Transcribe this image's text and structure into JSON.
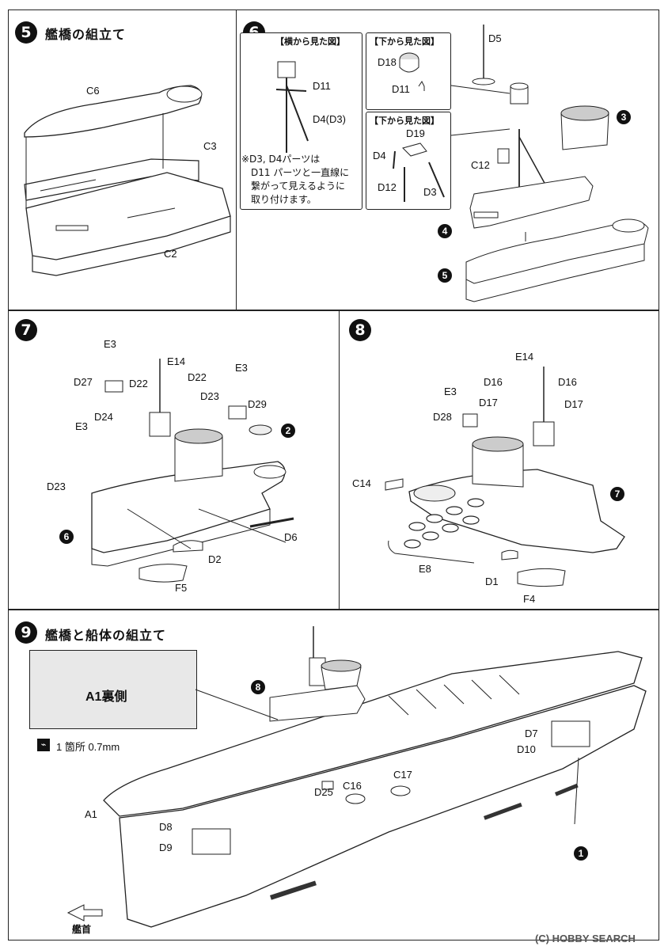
{
  "step5": {
    "num": "5",
    "title": "艦橋の組立て",
    "labels": {
      "c6": "C6",
      "c3": "C3",
      "c2": "C2"
    }
  },
  "step6": {
    "num": "6",
    "side_view": "【横から見た図】",
    "bottom_view1": "【下から見た図】",
    "bottom_view2": "【下から見た図】",
    "note_lines": [
      "※D3, D4パーツは",
      "D11 パーツと一直線に",
      "繋がって見えるように",
      "取り付けます。"
    ],
    "labels": {
      "d11a": "D11",
      "d4d3": "D4(D3)",
      "d18": "D18",
      "d11b": "D11",
      "d19": "D19",
      "d4": "D4",
      "d12": "D12",
      "d3": "D3",
      "d5": "D5",
      "c12": "C12"
    },
    "refs": {
      "r3": "3",
      "r4": "4",
      "r5": "5"
    }
  },
  "step7": {
    "num": "7",
    "labels": {
      "e3a": "E3",
      "d27": "D27",
      "d22a": "D22",
      "e14": "E14",
      "d22b": "D22",
      "d23a": "D23",
      "e3b": "E3",
      "d29": "D29",
      "d24": "D24",
      "e3c": "E3",
      "d23b": "D23",
      "d6": "D6",
      "d2": "D2",
      "f5": "F5"
    },
    "refs": {
      "r2": "2",
      "r6": "6"
    }
  },
  "step8": {
    "num": "8",
    "labels": {
      "e14": "E14",
      "d16a": "D16",
      "d16b": "D16",
      "e3": "E3",
      "d17a": "D17",
      "d17b": "D17",
      "d28": "D28",
      "c14": "C14",
      "e8": "E8",
      "d1": "D1",
      "f4": "F4"
    },
    "refs": {
      "r7": "7"
    }
  },
  "step9": {
    "num": "9",
    "title": "艦橋と船体の組立て",
    "inset_title": "A1裏側",
    "drill_note": "1 箇所 0.7mm",
    "labels": {
      "d7": "D7",
      "d10": "D10",
      "a1": "A1",
      "d25": "D25",
      "c16": "C16",
      "c17": "C17",
      "d8": "D8",
      "d9": "D9"
    },
    "refs": {
      "r8": "8",
      "r1": "1"
    },
    "bow_label": "艦首"
  },
  "watermark": "(C) HOBBY SEARCH"
}
